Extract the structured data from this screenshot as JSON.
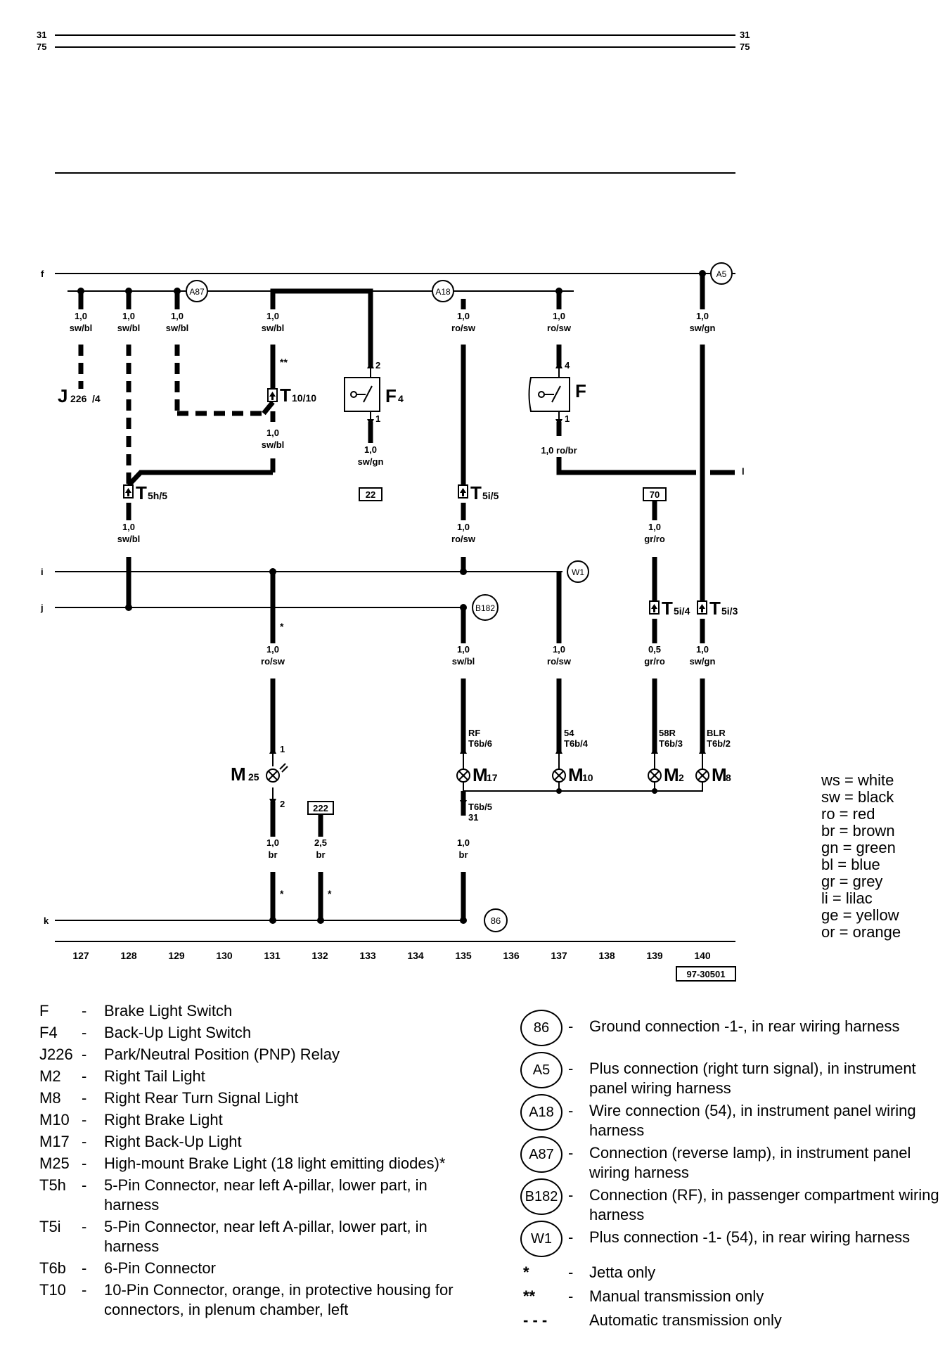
{
  "header": {
    "page_top": "31",
    "page_bottom": "75"
  },
  "rails": {
    "f": "f",
    "i": "i",
    "j": "j",
    "k": "k",
    "l": "l"
  },
  "wires": {
    "w127": {
      "size": "1,0",
      "color": "sw/bl"
    },
    "w128": {
      "size": "1,0",
      "color": "sw/bl"
    },
    "w129": {
      "size": "1,0",
      "color": "sw/bl"
    },
    "w131a": {
      "size": "1,0",
      "color": "sw/bl"
    },
    "w131b": {
      "size": "1,0",
      "color": "sw/bl"
    },
    "w128b": {
      "size": "1,0",
      "color": "sw/bl"
    },
    "w133": {
      "size": "1,0",
      "color": "sw/gn"
    },
    "w135a": {
      "size": "1,0",
      "color": "ro/sw"
    },
    "w135b": {
      "size": "1,0",
      "color": "ro/sw"
    },
    "w137a": {
      "size": "1,0",
      "color": "ro/sw"
    },
    "w137b": {
      "size": "1,0 ro/br"
    },
    "w140a": {
      "size": "1,0",
      "color": "sw/gn"
    },
    "w139a": {
      "size": "1,0",
      "color": "gr/ro"
    },
    "w131c": {
      "size": "1,0",
      "color": "ro/sw"
    },
    "w135c": {
      "size": "1,0",
      "color": "sw/bl"
    },
    "w137c": {
      "size": "1,0",
      "color": "ro/sw"
    },
    "w139b": {
      "size": "0,5",
      "color": "gr/ro"
    },
    "w140b": {
      "size": "1,0",
      "color": "sw/gn"
    },
    "w131d": {
      "size": "1,0",
      "color": "br"
    },
    "w132": {
      "size": "2,5",
      "color": "br"
    },
    "w135d": {
      "size": "1,0",
      "color": "br"
    }
  },
  "components": {
    "J226": {
      "name": "J",
      "sub": "226",
      "pin": "/4"
    },
    "T10": {
      "name": "T",
      "sub": "10/10"
    },
    "T5h": {
      "name": "T",
      "sub": "5h/5"
    },
    "T5i5": {
      "name": "T",
      "sub": "5i/5"
    },
    "T5i4": {
      "name": "T",
      "sub": "5i/4"
    },
    "T5i3": {
      "name": "T",
      "sub": "5i/3"
    },
    "F4": {
      "name": "F",
      "sub": "4",
      "pin_top": "2",
      "pin_bottom": "1"
    },
    "F": {
      "name": "F",
      "pin_top": "4",
      "pin_bottom": "1"
    },
    "M25": {
      "name": "M",
      "sub": "25",
      "pin_top": "1",
      "pin_bottom": "2"
    },
    "M17": {
      "name": "M",
      "sub": "17",
      "conn": "RF",
      "pin": "T6b/6",
      "gnd_pin": "T6b/5",
      "gnd_num": "31"
    },
    "M10": {
      "name": "M",
      "sub": "10",
      "conn": "54",
      "pin": "T6b/4"
    },
    "M2": {
      "name": "M",
      "sub": "2",
      "conn": "58R",
      "pin": "T6b/3"
    },
    "M8": {
      "name": "M",
      "sub": "8",
      "conn": "BLR",
      "pin": "T6b/2"
    }
  },
  "refs": {
    "r22": "22",
    "r70": "70",
    "r222": "222"
  },
  "marks": {
    "single": "*",
    "double": "**"
  },
  "circles": {
    "A87": "A87",
    "A18": "A18",
    "A5": "A5",
    "W1": "W1",
    "B182": "B182",
    "c86": "86"
  },
  "axis": [
    "127",
    "128",
    "129",
    "130",
    "131",
    "132",
    "133",
    "134",
    "135",
    "136",
    "137",
    "138",
    "139",
    "140"
  ],
  "figure_id": "97-30501",
  "color_key": [
    "ws = white",
    "sw = black",
    "ro = red",
    "br = brown",
    "gn = green",
    "bl = blue",
    "gr = grey",
    "li = lilac",
    "ge = yellow",
    "or = orange"
  ],
  "legend_left": [
    {
      "code": "F",
      "dash": "-",
      "desc": "Brake Light Switch"
    },
    {
      "code": "F4",
      "dash": "-",
      "desc": "Back-Up Light Switch"
    },
    {
      "code": "J226",
      "dash": "-",
      "desc": "Park/Neutral Position (PNP) Relay"
    },
    {
      "code": "M2",
      "dash": "-",
      "desc": "Right Tail Light"
    },
    {
      "code": "M8",
      "dash": "-",
      "desc": "Right Rear Turn Signal Light"
    },
    {
      "code": "M10",
      "dash": "-",
      "desc": "Right Brake Light"
    },
    {
      "code": "M17",
      "dash": "-",
      "desc": "Right Back-Up Light"
    },
    {
      "code": "M25",
      "dash": "-",
      "desc": "High-mount Brake Light (18 light emitting diodes)*"
    },
    {
      "code": "T5h",
      "dash": "-",
      "desc": "5-Pin Connector, near left A-pillar, lower part, in harness"
    },
    {
      "code": "T5i",
      "dash": "-",
      "desc": "5-Pin Connector, near left A-pillar, lower part, in harness"
    },
    {
      "code": "T6b",
      "dash": "-",
      "desc": "6-Pin Connector"
    },
    {
      "code": "T10",
      "dash": "-",
      "desc": "10-Pin Connector, orange, in protective housing for connectors, in plenum chamber, left"
    }
  ],
  "legend_right": [
    {
      "sym": "86",
      "dash": "-",
      "desc": "Ground connection -1-, in rear wiring harness"
    },
    {
      "sym": "A5",
      "dash": "-",
      "desc": "Plus connection (right turn signal), in instrument panel wiring harness"
    },
    {
      "sym": "A18",
      "dash": "-",
      "desc": "Wire connection (54), in instrument panel wiring harness"
    },
    {
      "sym": "A87",
      "dash": "-",
      "desc": "Connection (reverse lamp), in instrument panel wiring harness"
    },
    {
      "sym": "B182",
      "dash": "-",
      "desc": "Connection (RF), in passenger compartment wiring harness"
    },
    {
      "sym": "W1",
      "dash": "-",
      "desc": "Plus connection -1- (54), in rear wiring harness"
    }
  ],
  "legend_special": [
    {
      "sym": "*",
      "dash": "-",
      "desc": "Jetta only"
    },
    {
      "sym": "**",
      "dash": "-",
      "desc": "Manual transmission only"
    },
    {
      "sym": "- - -",
      "dash": "",
      "desc": "Automatic transmission only"
    }
  ]
}
